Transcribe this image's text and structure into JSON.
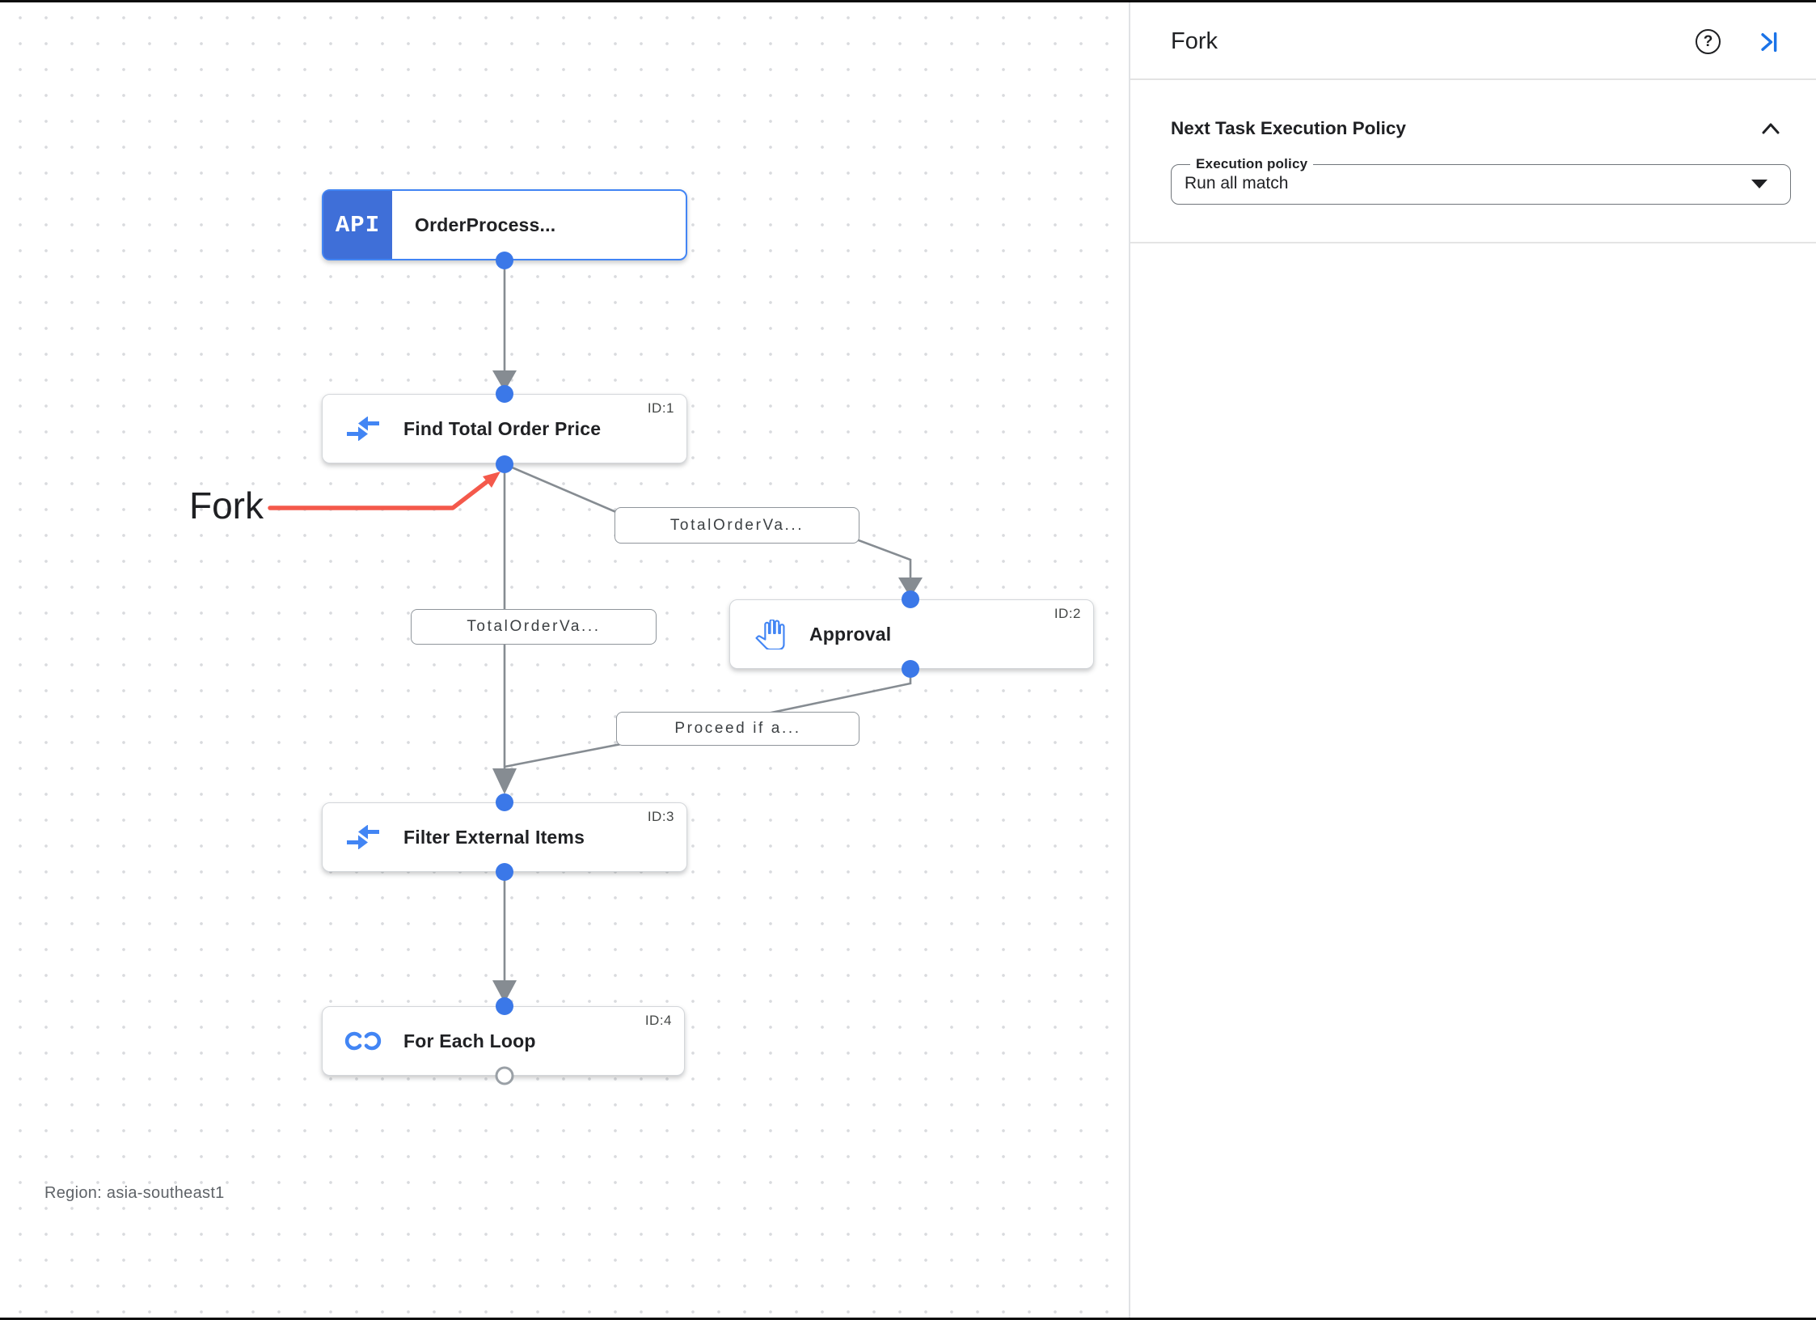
{
  "canvas": {
    "fork_annotation": "Fork",
    "region_label": "Region: asia-southeast1",
    "nodes": {
      "trigger": {
        "badge": "API",
        "title": "OrderProcess..."
      },
      "find": {
        "title": "Find Total Order Price",
        "id": "ID:1"
      },
      "approval": {
        "title": "Approval",
        "id": "ID:2"
      },
      "filter": {
        "title": "Filter External Items",
        "id": "ID:3"
      },
      "foreach": {
        "title": "For Each Loop",
        "id": "ID:4"
      }
    },
    "edge_labels": {
      "to_approval": "TotalOrderVa...",
      "to_filter": "TotalOrderVa...",
      "from_approval": "Proceed if a..."
    }
  },
  "panel": {
    "title": "Fork",
    "next_task_section": {
      "title": "Next Task Execution Policy",
      "execution_policy_label": "Execution policy",
      "execution_policy_value": "Run all match"
    }
  },
  "colors": {
    "accent_blue": "#1a73e8",
    "icon_blue": "#4285f4",
    "node_dot_blue": "#3b78e8",
    "edge_gray": "#868c92",
    "annotation_red": "#f4594b"
  }
}
